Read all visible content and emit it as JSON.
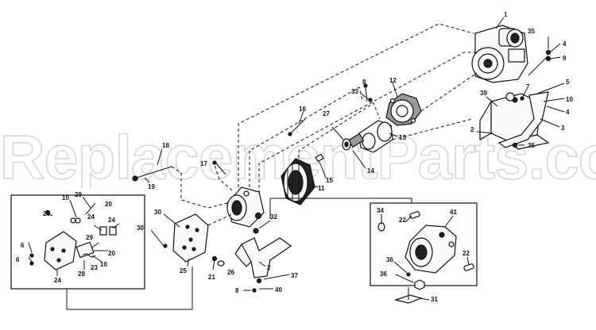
{
  "watermark": "ReplacementParts.com",
  "callouts": {
    "c1": "1",
    "c35a": "35",
    "c4a": "4",
    "c9": "9",
    "c5": "5",
    "c7": "7",
    "c10a": "10",
    "c4b": "4",
    "c3": "3",
    "c39": "39",
    "c2a": "2",
    "c35b": "35",
    "c12": "12",
    "c33": "33",
    "c8a": "8",
    "c27": "27",
    "c13": "13",
    "c14": "14",
    "c16": "16",
    "c15": "15",
    "c11": "11",
    "c17": "17",
    "c18": "18",
    "c19": "19",
    "c30a": "30",
    "c30b": "30",
    "c25": "25",
    "c32": "32",
    "c2b": "2",
    "c37": "37",
    "c8b": "8",
    "c40": "40",
    "c21": "21",
    "c26": "26",
    "c10b": "10",
    "c29a": "29",
    "c20a": "20",
    "c28a": "28",
    "c24a": "24",
    "c24b": "24",
    "c6a": "6",
    "c29b": "29",
    "c20b": "20",
    "c6b": "6",
    "c28b": "28",
    "c23": "23",
    "c10c": "10",
    "c24c": "24",
    "c34": "34",
    "c22a": "22",
    "c41": "41",
    "c22b": "22",
    "c36a": "36",
    "c36b": "36",
    "c31": "31"
  }
}
